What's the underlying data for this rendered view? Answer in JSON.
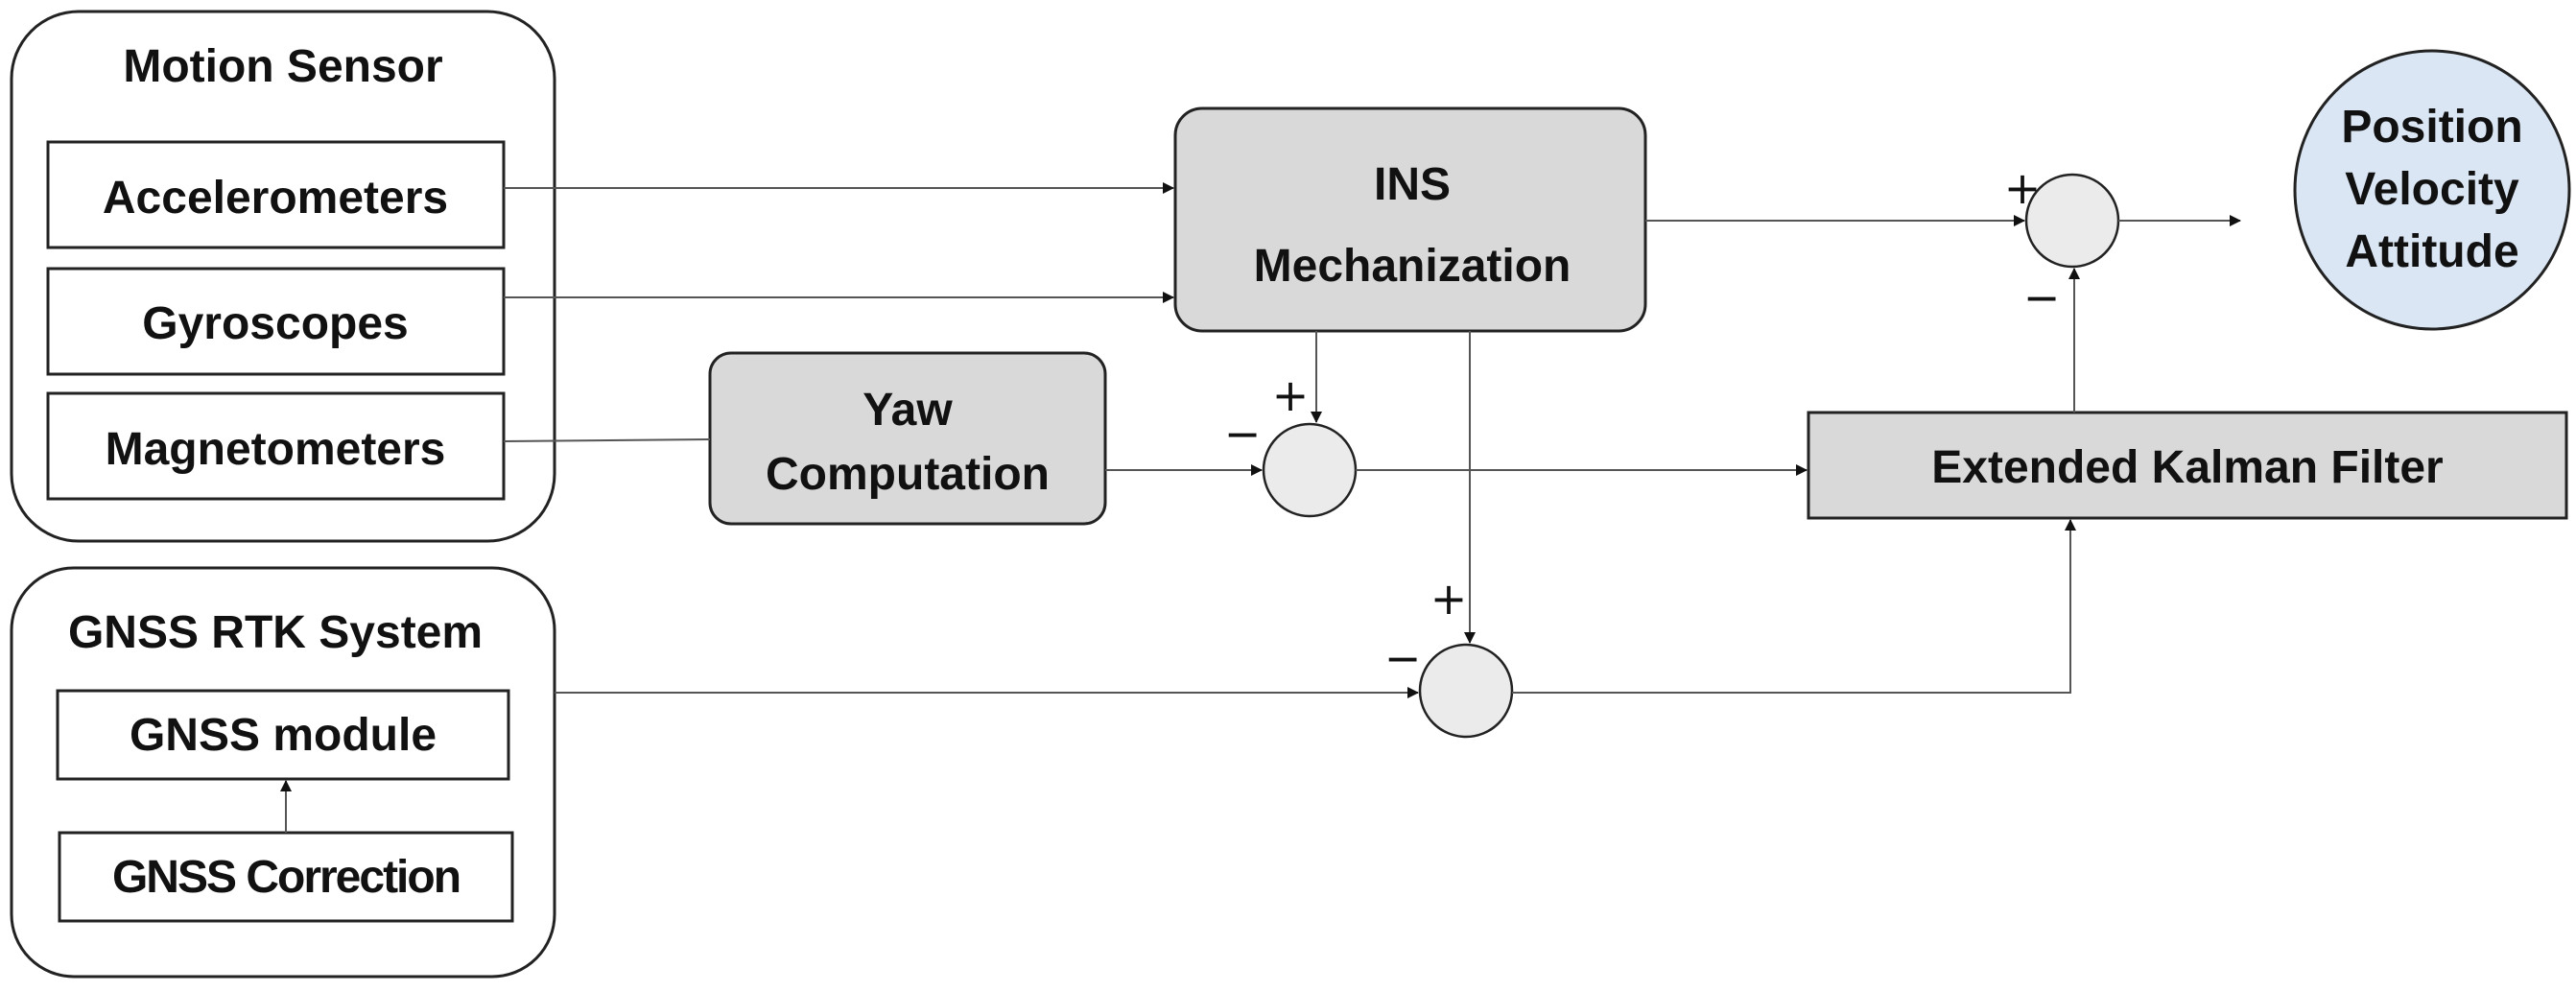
{
  "motion_sensor": {
    "title": "Motion Sensor",
    "items": [
      "Accelerometers",
      "Gyroscopes",
      "Magnetometers"
    ]
  },
  "gnss_system": {
    "title": "GNSS RTK System",
    "module": "GNSS module",
    "correction": "GNSS Correction"
  },
  "ins": {
    "line1": "INS",
    "line2": "Mechanization"
  },
  "yaw": {
    "line1": "Yaw",
    "line2": "Computation"
  },
  "ekf": {
    "label": "Extended Kalman Filter"
  },
  "output": {
    "line1": "Position",
    "line2": "Velocity",
    "line3": "Attitude"
  },
  "signs": {
    "plus": "+",
    "minus": "−"
  }
}
